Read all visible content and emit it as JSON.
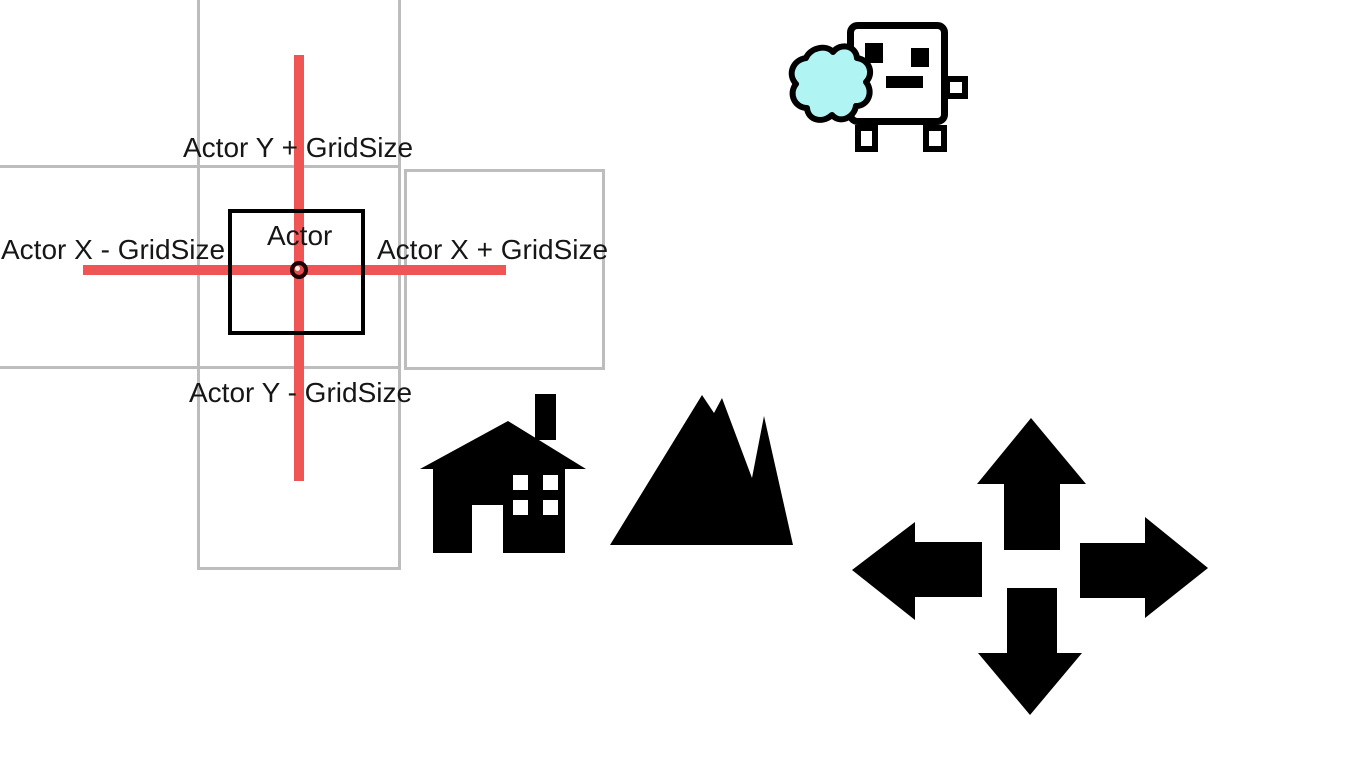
{
  "labels": {
    "up": "Actor Y + GridSize",
    "left": "Actor X - GridSize",
    "actor": "Actor",
    "right": "Actor X + GridSize",
    "down": "Actor Y - GridSize"
  },
  "colors": {
    "grid_line": "#bdbdbd",
    "crosshair_red": "#f05555",
    "actor_outline": "#000000",
    "marker_ring": "#1f0303",
    "marker_fill": "#e84b4b",
    "marker_highlight": "#ffffff",
    "sprite_outline": "#000000",
    "sprite_fill": "#ffffff",
    "shield_fill": "#b0f4f4",
    "icon_black": "#000000",
    "white": "#ffffff",
    "text": "#161616",
    "background": "#ffffff"
  },
  "icons": {
    "robot": "robot-character-sprite",
    "shield": "shield-badge-pickup-icon",
    "house": "house-icon",
    "mountain": "mountain-icon",
    "arrows": "four-direction-move-icon"
  }
}
